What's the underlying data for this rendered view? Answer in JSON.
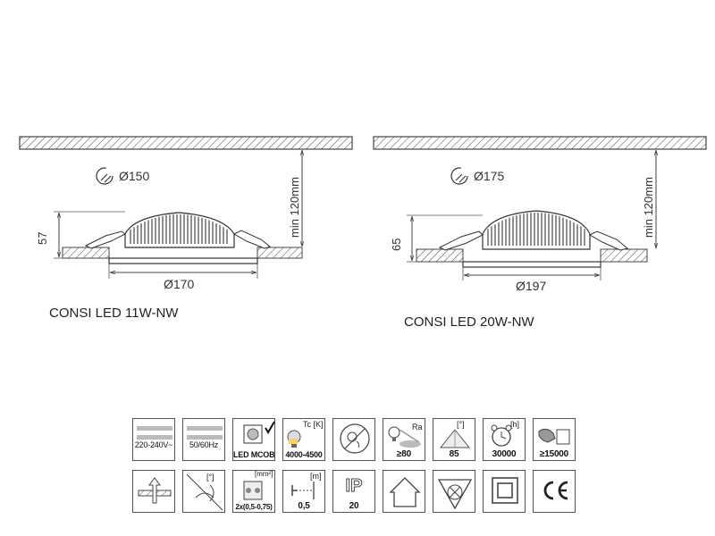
{
  "diagrams": [
    {
      "model": "CONSI LED 11W-NW",
      "cutout": "Ø150",
      "height": "57",
      "diameter": "Ø170",
      "min_depth": "min 120mm"
    },
    {
      "model": "CONSI LED 20W-NW",
      "cutout": "Ø175",
      "height": "65",
      "diameter": "Ø197",
      "min_depth": "min 120mm"
    }
  ],
  "icons_row1": [
    {
      "name": "voltage-icon",
      "label": "220-240V~"
    },
    {
      "name": "frequency-icon",
      "label": "50/60Hz"
    },
    {
      "name": "led-source-icon",
      "label": "LED MCOB"
    },
    {
      "name": "color-temperature-icon",
      "label": "4000-4500",
      "unit": "Tc [K]"
    },
    {
      "name": "no-replaceable-bulb-icon",
      "label": ""
    },
    {
      "name": "color-rendering-icon",
      "label": "≥80",
      "unit": "Ra"
    },
    {
      "name": "beam-angle-icon",
      "label": "85",
      "unit": "[°]"
    },
    {
      "name": "lifetime-icon",
      "label": "30000",
      "unit": "[h]"
    },
    {
      "name": "switching-cycles-icon",
      "label": "≥15000"
    }
  ],
  "icons_row2": [
    {
      "name": "mounting-surface-icon",
      "label": ""
    },
    {
      "name": "rotation-angle-icon",
      "label": "",
      "unit": "[°]"
    },
    {
      "name": "wire-cross-section-icon",
      "label": "2x(0,5-0,75)",
      "unit": "[mm²]"
    },
    {
      "name": "min-distance-icon",
      "label": "0,5",
      "unit": "[m]"
    },
    {
      "name": "ip-rating-icon",
      "label": "20",
      "ip_text": "IP"
    },
    {
      "name": "indoor-use-icon",
      "label": ""
    },
    {
      "name": "not-for-insulation-cover-icon",
      "label": ""
    },
    {
      "name": "protection-class-ii-icon",
      "label": ""
    },
    {
      "name": "ce-mark-icon",
      "label": "",
      "mark": "CE"
    }
  ]
}
